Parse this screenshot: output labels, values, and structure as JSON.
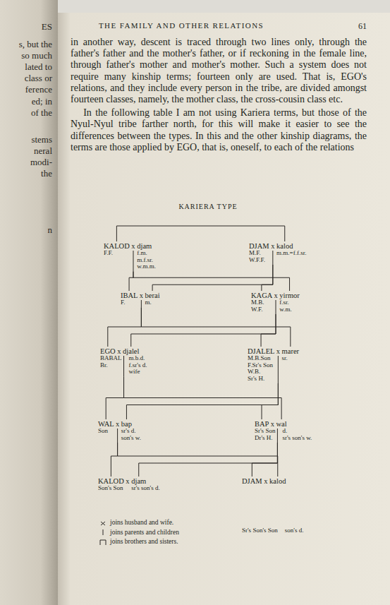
{
  "diagram": {
    "title": "KARIERA TYPE",
    "nodes": [
      {
        "text": [
          "KALOD x djam",
          "F.F.",
          "f.m.",
          "m.f.sr.",
          "w.m.m."
        ]
      },
      {
        "text": [
          "DJAM x kalod",
          "M.F.",
          "W.F.F.",
          "m.m.=f.f.sr."
        ]
      },
      {
        "text": [
          "IBAL x berai",
          "F.",
          "m."
        ]
      },
      {
        "text": [
          "KAGA x yirmor",
          "M.B.",
          "W.F.",
          "f.sr.",
          "w.m."
        ]
      },
      {
        "text": [
          "EGO x djalel",
          "BABAL",
          "Br.",
          "m.b.d.",
          "f.sr's d.",
          "wife"
        ]
      },
      {
        "text": [
          "DJALEL x marer",
          "M.B.Son",
          "F.Sr's Son",
          "W.B.",
          "Sr's H.",
          "sr."
        ]
      },
      {
        "text": [
          "WAL x bap",
          "Son",
          "sr's d.",
          "son's w."
        ]
      },
      {
        "text": [
          "BAP x wal",
          "Sr's Son",
          "Dr's H.",
          "d.",
          "sr's son's w."
        ]
      },
      {
        "text": [
          "KALOD x djam",
          "Son's Son",
          "sr's son's d."
        ]
      },
      {
        "text": [
          "DJAM x kalod",
          "Sr's Son's Son",
          "son's d."
        ]
      }
    ],
    "edges": [
      {
        "from": 0,
        "to": 1,
        "arrow": "none"
      },
      {
        "from": 0,
        "to": 2,
        "arrow": "none"
      },
      {
        "from": 0,
        "to": 3,
        "arrow": "none"
      },
      {
        "from": 1,
        "to": 2,
        "arrow": "none"
      },
      {
        "from": 1,
        "to": 3,
        "arrow": "none"
      },
      {
        "from": 2,
        "to": 4,
        "arrow": "none"
      },
      {
        "from": 2,
        "to": 5,
        "arrow": "none"
      },
      {
        "from": 3,
        "to": 4,
        "arrow": "none"
      },
      {
        "from": 3,
        "to": 5,
        "arrow": "none"
      },
      {
        "from": 4,
        "to": 6,
        "arrow": "none"
      },
      {
        "from": 4,
        "to": 7,
        "arrow": "none"
      },
      {
        "from": 5,
        "to": 6,
        "arrow": "none"
      },
      {
        "from": 5,
        "to": 7,
        "arrow": "none"
      },
      {
        "from": 6,
        "to": 8,
        "arrow": "none"
      },
      {
        "from": 6,
        "to": 9,
        "arrow": "none"
      },
      {
        "from": 7,
        "to": 8,
        "arrow": "none"
      },
      {
        "from": 7,
        "to": 9,
        "arrow": "none"
      }
    ],
    "labels": [
      "THE FAMILY AND OTHER RELATIONS",
      "61",
      "in another way, descent is traced through two lines only, through the father's father and the mother's father, or if reckoning in the female line, through father's mother and mother's mother. Such a system does not require many kinship terms; fourteen only are used. That is, EGO's relations, and they include every person in the tribe, are divided amongst fourteen classes, namely, the mother class, the cross-cousin class etc.",
      "In the following table I am not using Kariera terms, but those of the Nyul-Nyul tribe farther north, for this will make it easier to see the differences between the types. In this and the other kinship diagrams, the terms are those applied by EGO, that is, oneself, to each of the relations",
      "ES",
      "s, but the",
      "so much",
      "lated to",
      "class or",
      "ference",
      "ed; in",
      "of the",
      "stems",
      "neral",
      "modi-",
      "the",
      "n"
    ],
    "legend": [
      {
        "text": "joins husband and wife."
      },
      {
        "text": "joins parents and children"
      },
      {
        "text": "joins brothers and sisters."
      }
    ]
  }
}
